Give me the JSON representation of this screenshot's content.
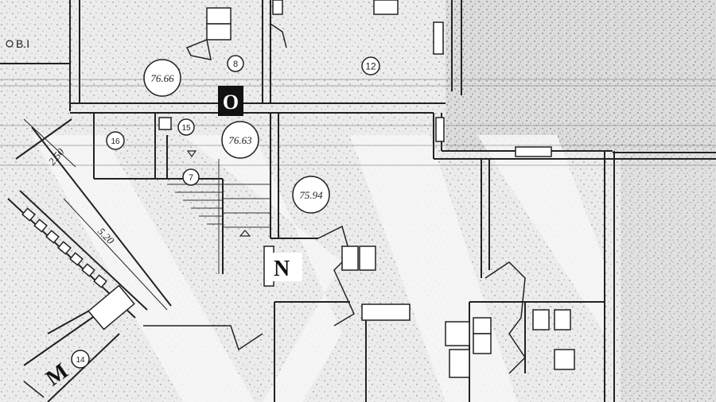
{
  "rooms": [
    {
      "number": "12"
    },
    {
      "number": "8"
    },
    {
      "number": "15"
    },
    {
      "number": "16"
    },
    {
      "number": "7"
    },
    {
      "number": "14"
    }
  ],
  "elevations": [
    "76.66",
    "76.63",
    "75.94"
  ],
  "dimensions": [
    "2.50",
    "5.20"
  ],
  "markers": {
    "n": "N",
    "m": "M",
    "o": "O"
  },
  "top_label": "B.I"
}
